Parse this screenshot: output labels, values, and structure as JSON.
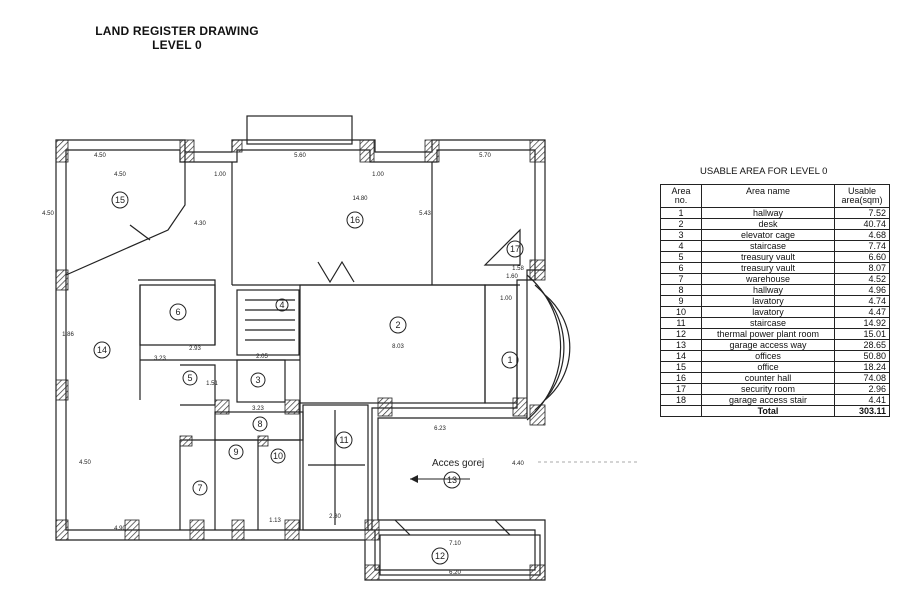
{
  "header": {
    "title_line1": "LAND REGISTER DRAWING",
    "title_line2": "LEVEL 0"
  },
  "table": {
    "caption": "USABLE AREA FOR LEVEL 0",
    "col_no": "Area no.",
    "col_name": "Area name",
    "col_area": "Usable area(sqm)",
    "rows": [
      {
        "no": "1",
        "name": "hallway",
        "area": "7.52"
      },
      {
        "no": "2",
        "name": "desk",
        "area": "40.74"
      },
      {
        "no": "3",
        "name": "elevator cage",
        "area": "4.68"
      },
      {
        "no": "4",
        "name": "staircase",
        "area": "7.74"
      },
      {
        "no": "5",
        "name": "treasury vault",
        "area": "6.60"
      },
      {
        "no": "6",
        "name": "treasury vault",
        "area": "8.07"
      },
      {
        "no": "7",
        "name": "warehouse",
        "area": "4.52"
      },
      {
        "no": "8",
        "name": "hallway",
        "area": "4.96"
      },
      {
        "no": "9",
        "name": "lavatory",
        "area": "4.74"
      },
      {
        "no": "10",
        "name": "lavatory",
        "area": "4.47"
      },
      {
        "no": "11",
        "name": "staircase",
        "area": "14.92"
      },
      {
        "no": "12",
        "name": "thermal power plant room",
        "area": "15.01"
      },
      {
        "no": "13",
        "name": "garage access way",
        "area": "28.65"
      },
      {
        "no": "14",
        "name": "offices",
        "area": "50.80"
      },
      {
        "no": "15",
        "name": "office",
        "area": "18.24"
      },
      {
        "no": "16",
        "name": "counter hall",
        "area": "74.08"
      },
      {
        "no": "17",
        "name": "security room",
        "area": "2.96"
      },
      {
        "no": "18",
        "name": "garage access stair",
        "area": "4.41"
      }
    ],
    "total_label": "Total",
    "total_value": "303.11"
  },
  "plan": {
    "rooms": [
      "1",
      "2",
      "3",
      "4",
      "5",
      "6",
      "7",
      "8",
      "9",
      "10",
      "11",
      "12",
      "13",
      "14",
      "15",
      "16",
      "17"
    ],
    "dimensions": [
      "4.50",
      "5.60",
      "5.70",
      "14.80",
      "1.00",
      "1.00",
      "1.00",
      "2.93",
      "3.23",
      "2.05",
      "8.03",
      "3.23",
      "6.23",
      "7.10",
      "6.20",
      "4.90",
      "1.60",
      "2.80",
      "1.13",
      "1.86",
      "4.50",
      "4.50",
      "4.30",
      "5.43",
      "4.40",
      "1.51",
      "1.58",
      "4.50"
    ],
    "annotation": "Acces gorej"
  }
}
